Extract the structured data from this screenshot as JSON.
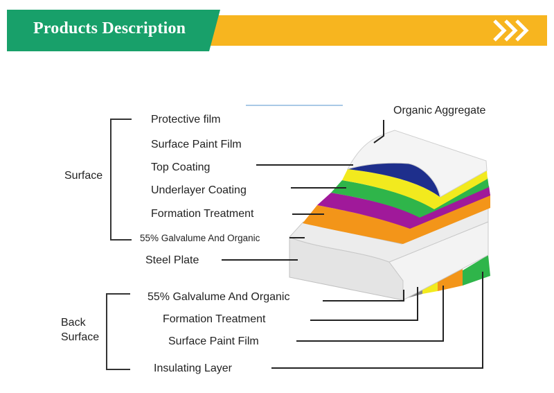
{
  "header": {
    "title": "Products Description",
    "colors": {
      "green": "#18a06a",
      "yellow": "#f7b51f",
      "chevron": "#ffffff"
    }
  },
  "diagram": {
    "top_right_label": "Organic Aggregate",
    "surface": {
      "group_label": "Surface",
      "layers": [
        "Protective film",
        "Surface Paint Film",
        "Top Coating",
        "Underlayer Coating",
        "Formation Treatment",
        "55% Galvalume And Organic"
      ]
    },
    "steel_plate": "Steel Plate",
    "back_surface": {
      "group_label_line1": "Back",
      "group_label_line2": "Surface",
      "layers": [
        "55% Galvalume And Organic",
        "Formation Treatment",
        "Surface Paint Film",
        "Insulating Layer"
      ]
    },
    "layer_colors": {
      "top_white": "#f4f4f4",
      "blue": "#1e2f8c",
      "yellow": "#f2ea1e",
      "green": "#2fb54a",
      "magenta": "#a0199a",
      "orange": "#f39519",
      "steel": "#e4e4e4"
    }
  }
}
